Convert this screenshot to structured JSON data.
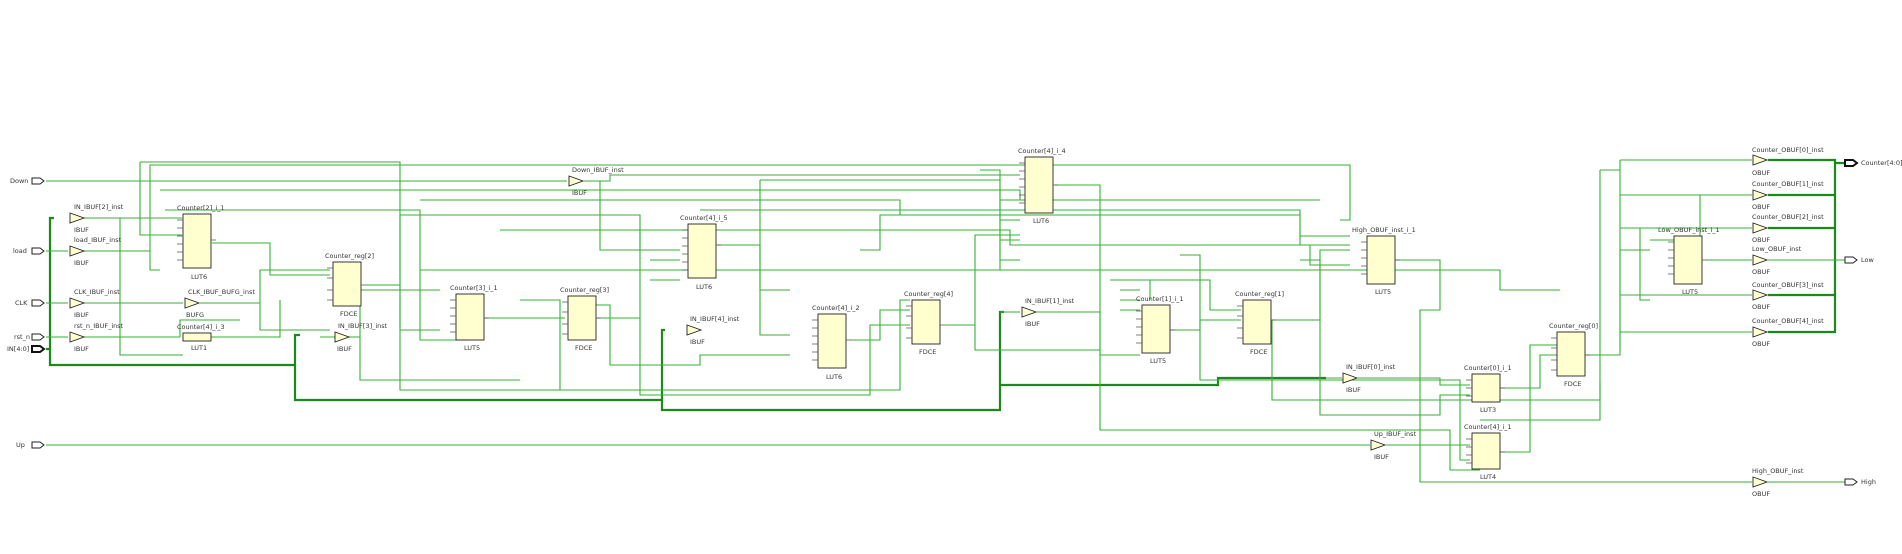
{
  "ports_in": [
    {
      "id": "p_down",
      "label": "Down"
    },
    {
      "id": "p_load",
      "label": "load"
    },
    {
      "id": "p_clk",
      "label": "CLK"
    },
    {
      "id": "p_rst",
      "label": "rst_n"
    },
    {
      "id": "p_in",
      "label": "IN[4:0]"
    },
    {
      "id": "p_up",
      "label": "Up"
    }
  ],
  "ports_out": [
    {
      "id": "p_counter",
      "label": "Counter[4:0]"
    },
    {
      "id": "p_low",
      "label": "Low"
    },
    {
      "id": "p_high",
      "label": "High"
    }
  ],
  "buffers": [
    {
      "id": "b_in2",
      "name": "IN_IBUF[2]_inst",
      "type": "IBUF"
    },
    {
      "id": "b_load",
      "name": "load_IBUF_inst",
      "type": "IBUF"
    },
    {
      "id": "b_clk",
      "name": "CLK_IBUF_inst",
      "type": "IBUF"
    },
    {
      "id": "b_rst",
      "name": "rst_n_IBUF_inst",
      "type": "IBUF"
    },
    {
      "id": "b_bufg",
      "name": "CLK_IBUF_BUFG_inst",
      "type": "BUFG"
    },
    {
      "id": "b_in3",
      "name": "IN_IBUF[3]_inst",
      "type": "IBUF"
    },
    {
      "id": "b_down",
      "name": "Down_IBUF_inst",
      "type": "IBUF"
    },
    {
      "id": "b_in4",
      "name": "IN_IBUF[4]_inst",
      "type": "IBUF"
    },
    {
      "id": "b_in1",
      "name": "IN_IBUF[1]_inst",
      "type": "IBUF"
    },
    {
      "id": "b_in0",
      "name": "IN_IBUF[0]_inst",
      "type": "IBUF"
    },
    {
      "id": "b_up",
      "name": "Up_IBUF_inst",
      "type": "IBUF"
    },
    {
      "id": "b_c0",
      "name": "Counter_OBUF[0]_inst",
      "type": "OBUF"
    },
    {
      "id": "b_c1",
      "name": "Counter_OBUF[1]_inst",
      "type": "OBUF"
    },
    {
      "id": "b_c2",
      "name": "Counter_OBUF[2]_inst",
      "type": "OBUF"
    },
    {
      "id": "b_low",
      "name": "Low_OBUF_inst",
      "type": "OBUF"
    },
    {
      "id": "b_c3",
      "name": "Counter_OBUF[3]_inst",
      "type": "OBUF"
    },
    {
      "id": "b_c4",
      "name": "Counter_OBUF[4]_inst",
      "type": "OBUF"
    },
    {
      "id": "b_high",
      "name": "High_OBUF_inst",
      "type": "OBUF"
    }
  ],
  "cells": [
    {
      "id": "c_c2i1",
      "name": "Counter[2]_i_1",
      "type": "LUT6"
    },
    {
      "id": "c_c4i3",
      "name": "Counter[4]_i_3",
      "type": "LUT1"
    },
    {
      "id": "c_reg2",
      "name": "Counter_reg[2]",
      "type": "FDCE"
    },
    {
      "id": "c_c3i1",
      "name": "Counter[3]_i_1",
      "type": "LUT5"
    },
    {
      "id": "c_reg3",
      "name": "Counter_reg[3]",
      "type": "FDCE"
    },
    {
      "id": "c_c4i5",
      "name": "Counter[4]_i_5",
      "type": "LUT6"
    },
    {
      "id": "c_c4i2",
      "name": "Counter[4]_i_2",
      "type": "LUT6"
    },
    {
      "id": "c_reg4",
      "name": "Counter_reg[4]",
      "type": "FDCE"
    },
    {
      "id": "c_c4i4",
      "name": "Counter[4]_i_4",
      "type": "LUT6"
    },
    {
      "id": "c_c1i1",
      "name": "Counter[1]_i_1",
      "type": "LUT5"
    },
    {
      "id": "c_reg1",
      "name": "Counter_reg[1]",
      "type": "FDCE"
    },
    {
      "id": "c_high",
      "name": "High_OBUF_inst_i_1",
      "type": "LUT5"
    },
    {
      "id": "c_c0i1",
      "name": "Counter[0]_i_1",
      "type": "LUT3"
    },
    {
      "id": "c_c4i1",
      "name": "Counter[4]_i_1",
      "type": "LUT4"
    },
    {
      "id": "c_reg0",
      "name": "Counter_reg[0]",
      "type": "FDCE"
    },
    {
      "id": "c_low",
      "name": "Low_OBUF_inst_i_1",
      "type": "LUT5"
    }
  ],
  "colors": {
    "wire": "#33b233",
    "bus": "#1a8a1a",
    "cell_fill": "#ffffd0"
  }
}
